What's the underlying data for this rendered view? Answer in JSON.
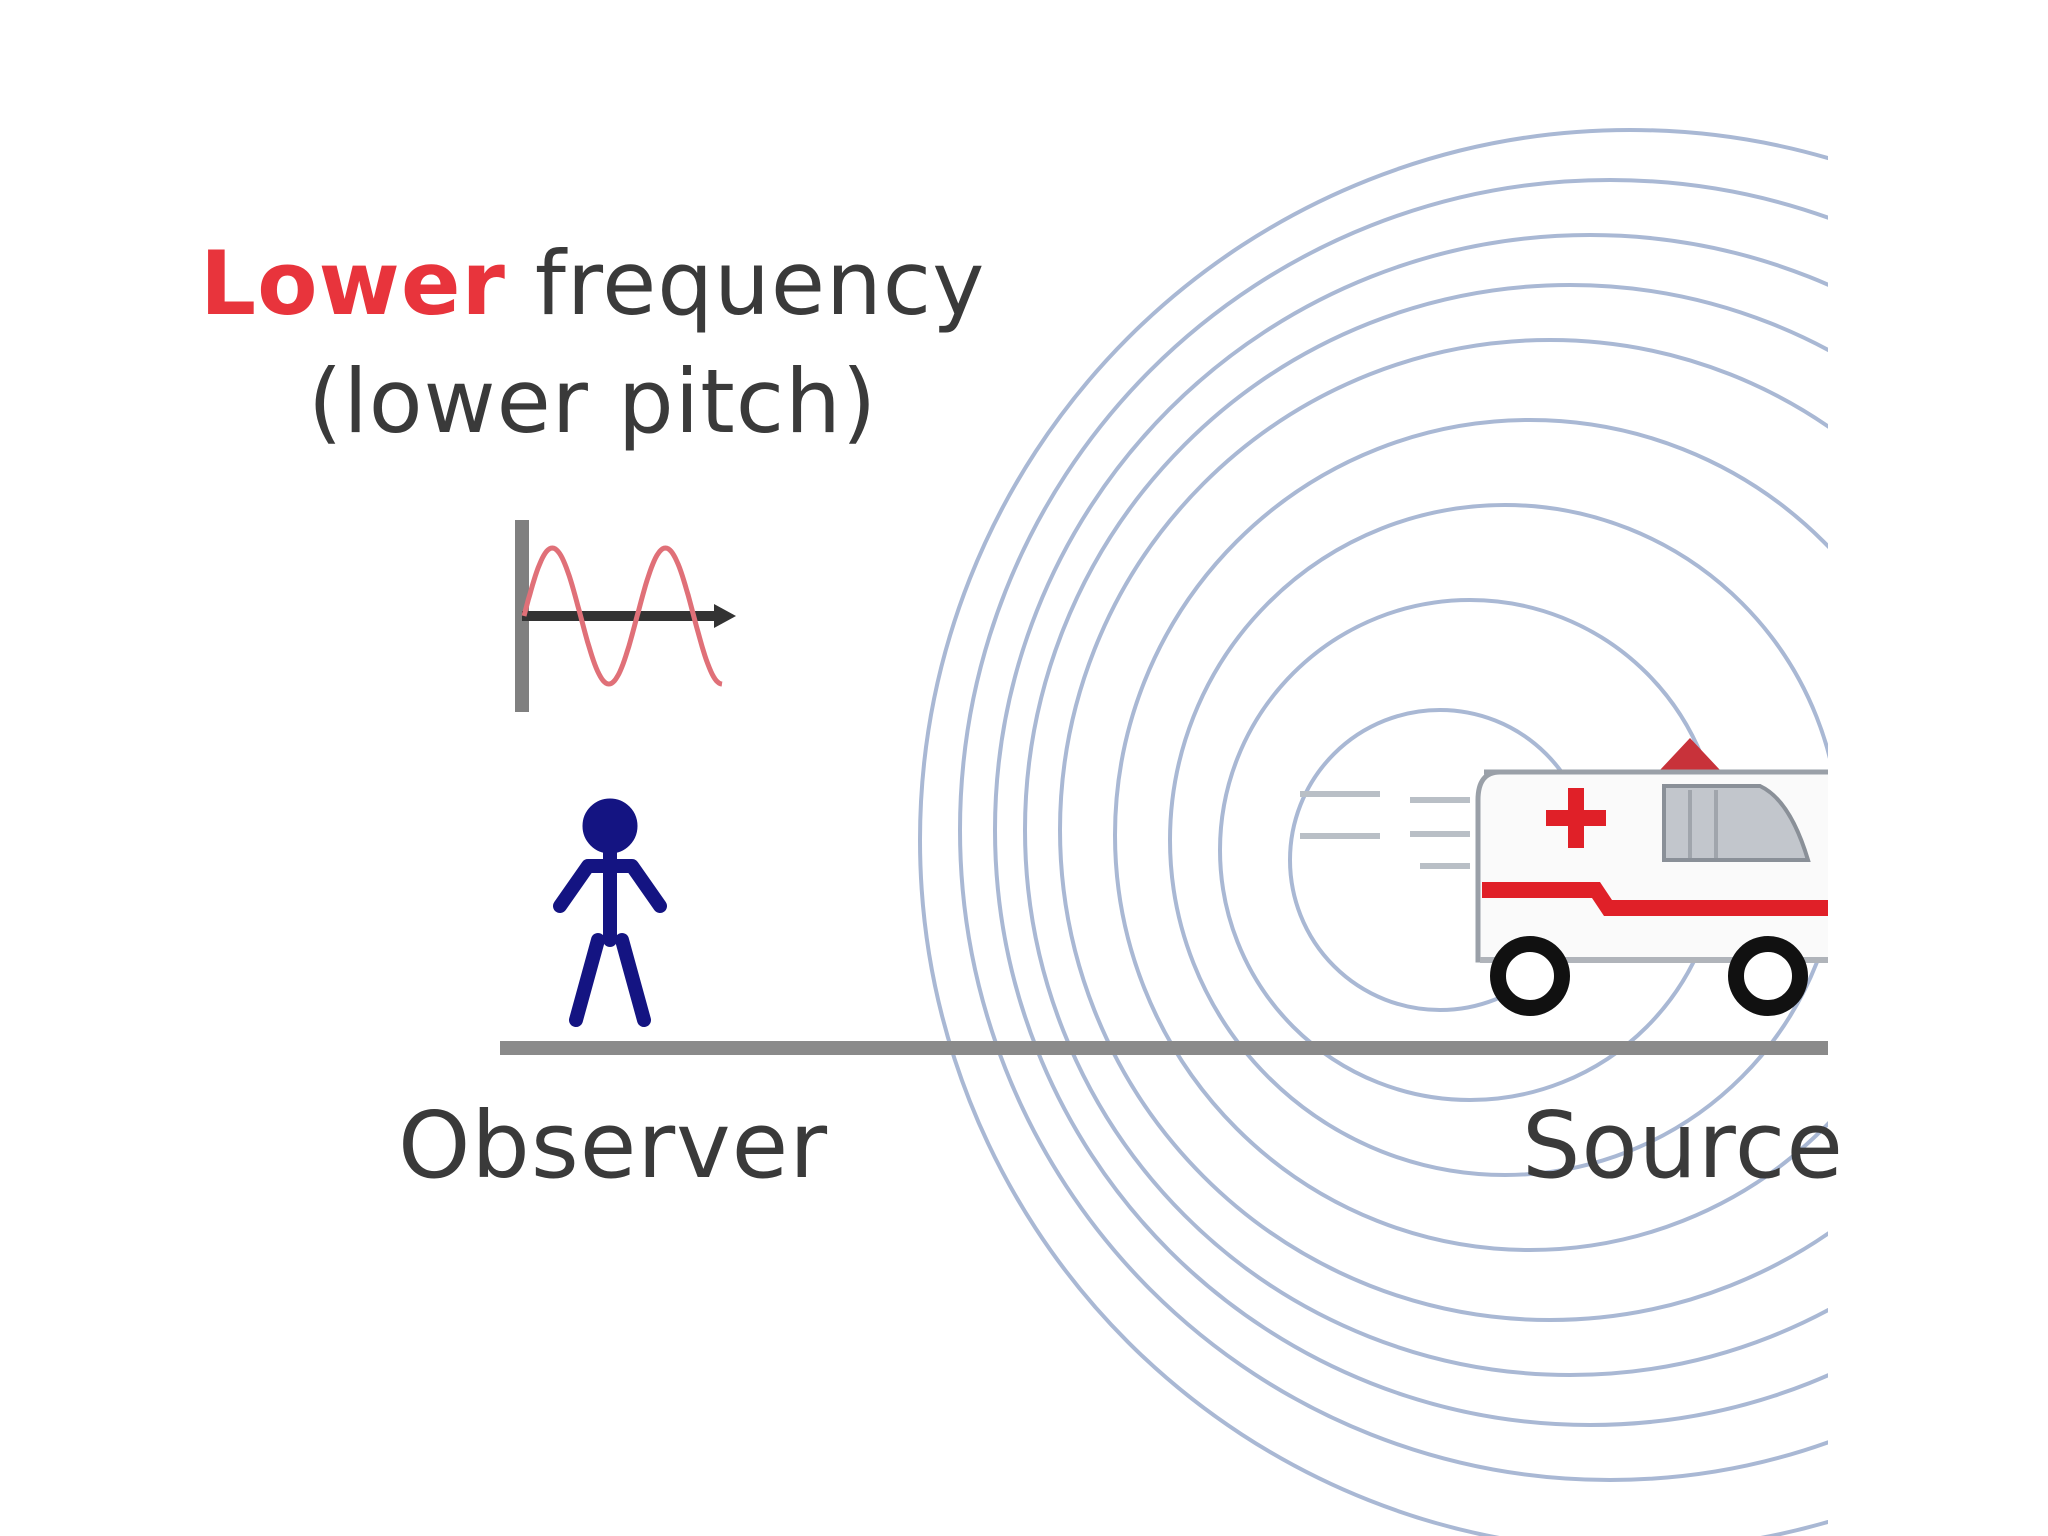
{
  "diagram": {
    "title": {
      "accent_word": "Lower",
      "rest": " frequency",
      "line2": "(lower pitch)"
    },
    "labels": {
      "observer": "Observer",
      "source": "Source"
    },
    "colors": {
      "accent": "#e8343c",
      "text": "#3a3a3a",
      "wave": "#e07078",
      "wavefront": "#a9b8d4",
      "observer_figure": "#141482",
      "ground": "#8a8a8a",
      "cross": "#e02028"
    },
    "icons": {
      "observer": "stick-figure-icon",
      "source": "ambulance-icon",
      "wave": "sine-wave-icon"
    }
  }
}
